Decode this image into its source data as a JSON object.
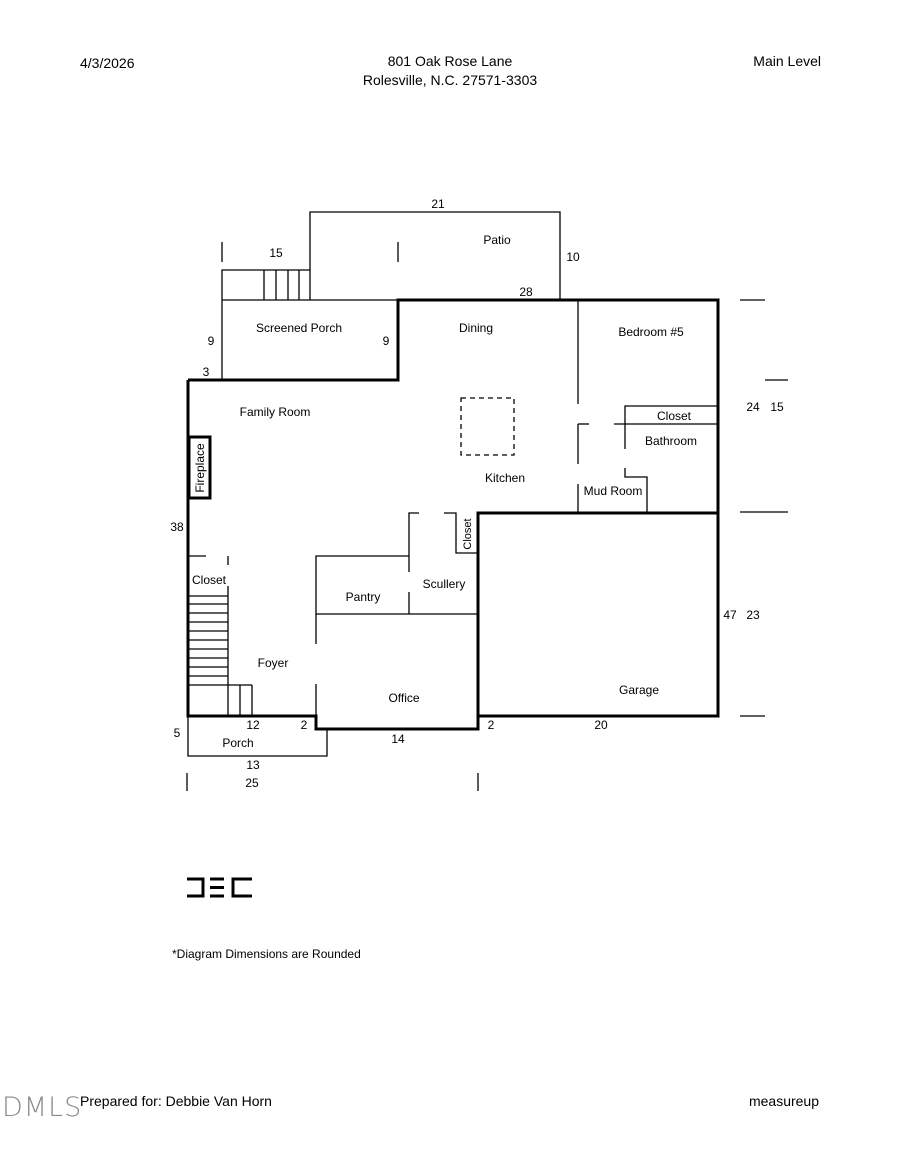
{
  "header": {
    "date": "4/3/2026",
    "address_line1": "801 Oak Rose Lane",
    "address_line2": "Rolesville, N.C. 27571-3303",
    "level": "Main Level"
  },
  "rooms": {
    "patio": "Patio",
    "screened_porch": "Screened Porch",
    "dining": "Dining",
    "bedroom5": "Bedroom #5",
    "closet_bed": "Closet",
    "bathroom": "Bathroom",
    "family_room": "Family Room",
    "fireplace": "Fireplace",
    "kitchen": "Kitchen",
    "mud_room": "Mud Room",
    "closet_scullery": "Closet",
    "closet_foyer": "Closet",
    "pantry": "Pantry",
    "scullery": "Scullery",
    "foyer": "Foyer",
    "office": "Office",
    "garage": "Garage",
    "porch": "Porch"
  },
  "dimensions": {
    "patio_width": "21",
    "patio_depth": "10",
    "stairs_15": "15",
    "dining_28": "28",
    "sp_left_9": "9",
    "sp_right_9": "9",
    "fam_3": "3",
    "right_24": "24",
    "right_15": "15",
    "left_38": "38",
    "right_47": "47",
    "right_23": "23",
    "porch_5": "5",
    "foyer_12": "12",
    "foyer_2": "2",
    "office_14": "14",
    "garage_2": "2",
    "garage_20": "20",
    "porch_13": "13",
    "total_25": "25"
  },
  "footer": {
    "note": "*Diagram Dimensions are Rounded",
    "prepared_for": "Prepared for: Debbie Van Horn",
    "brand": "measureup",
    "watermark": "DMLS"
  },
  "colors": {
    "line": "#000000",
    "watermark": "#8a8a8a",
    "background": "#ffffff"
  }
}
